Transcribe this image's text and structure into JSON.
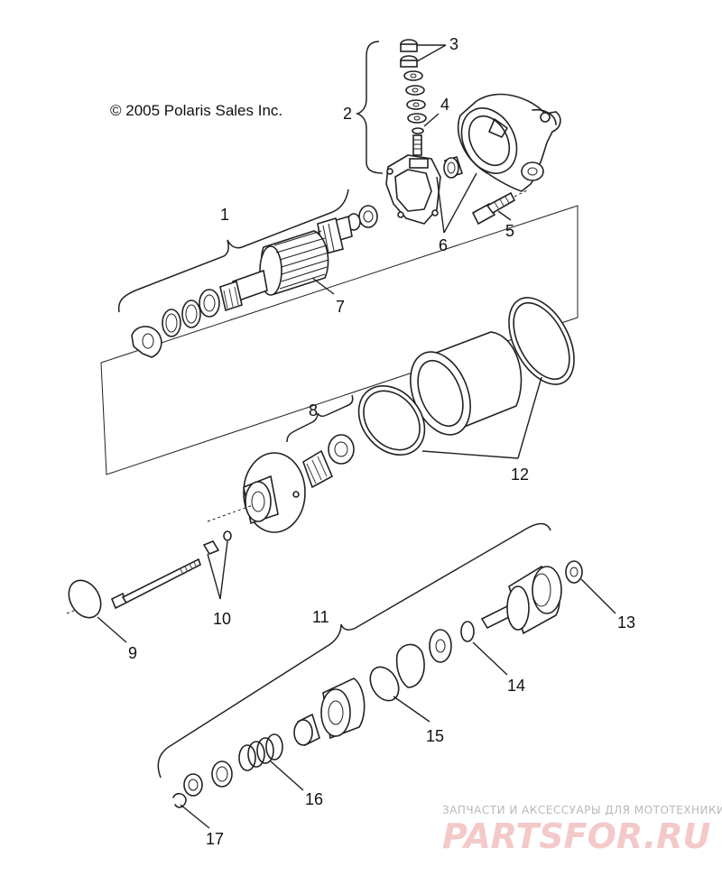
{
  "copyright": "© 2005 Polaris Sales Inc.",
  "callouts": {
    "c1": "1",
    "c2": "2",
    "c3": "3",
    "c4": "4",
    "c5": "5",
    "c6": "6",
    "c7": "7",
    "c8": "8",
    "c9": "9",
    "c10": "10",
    "c11": "11",
    "c12": "12",
    "c13": "13",
    "c14": "14",
    "c15": "15",
    "c16": "16",
    "c17": "17"
  },
  "watermark": {
    "tagline": "ЗАПЧАСТИ И АКСЕССУАРЫ ДЛЯ МОТОТЕХНИКИ",
    "brand": "PARTSFOR.RU"
  },
  "colors": {
    "ink": "#222222",
    "watermark": "#f3c9c9",
    "watermark_tagline": "#b9b9b9"
  }
}
